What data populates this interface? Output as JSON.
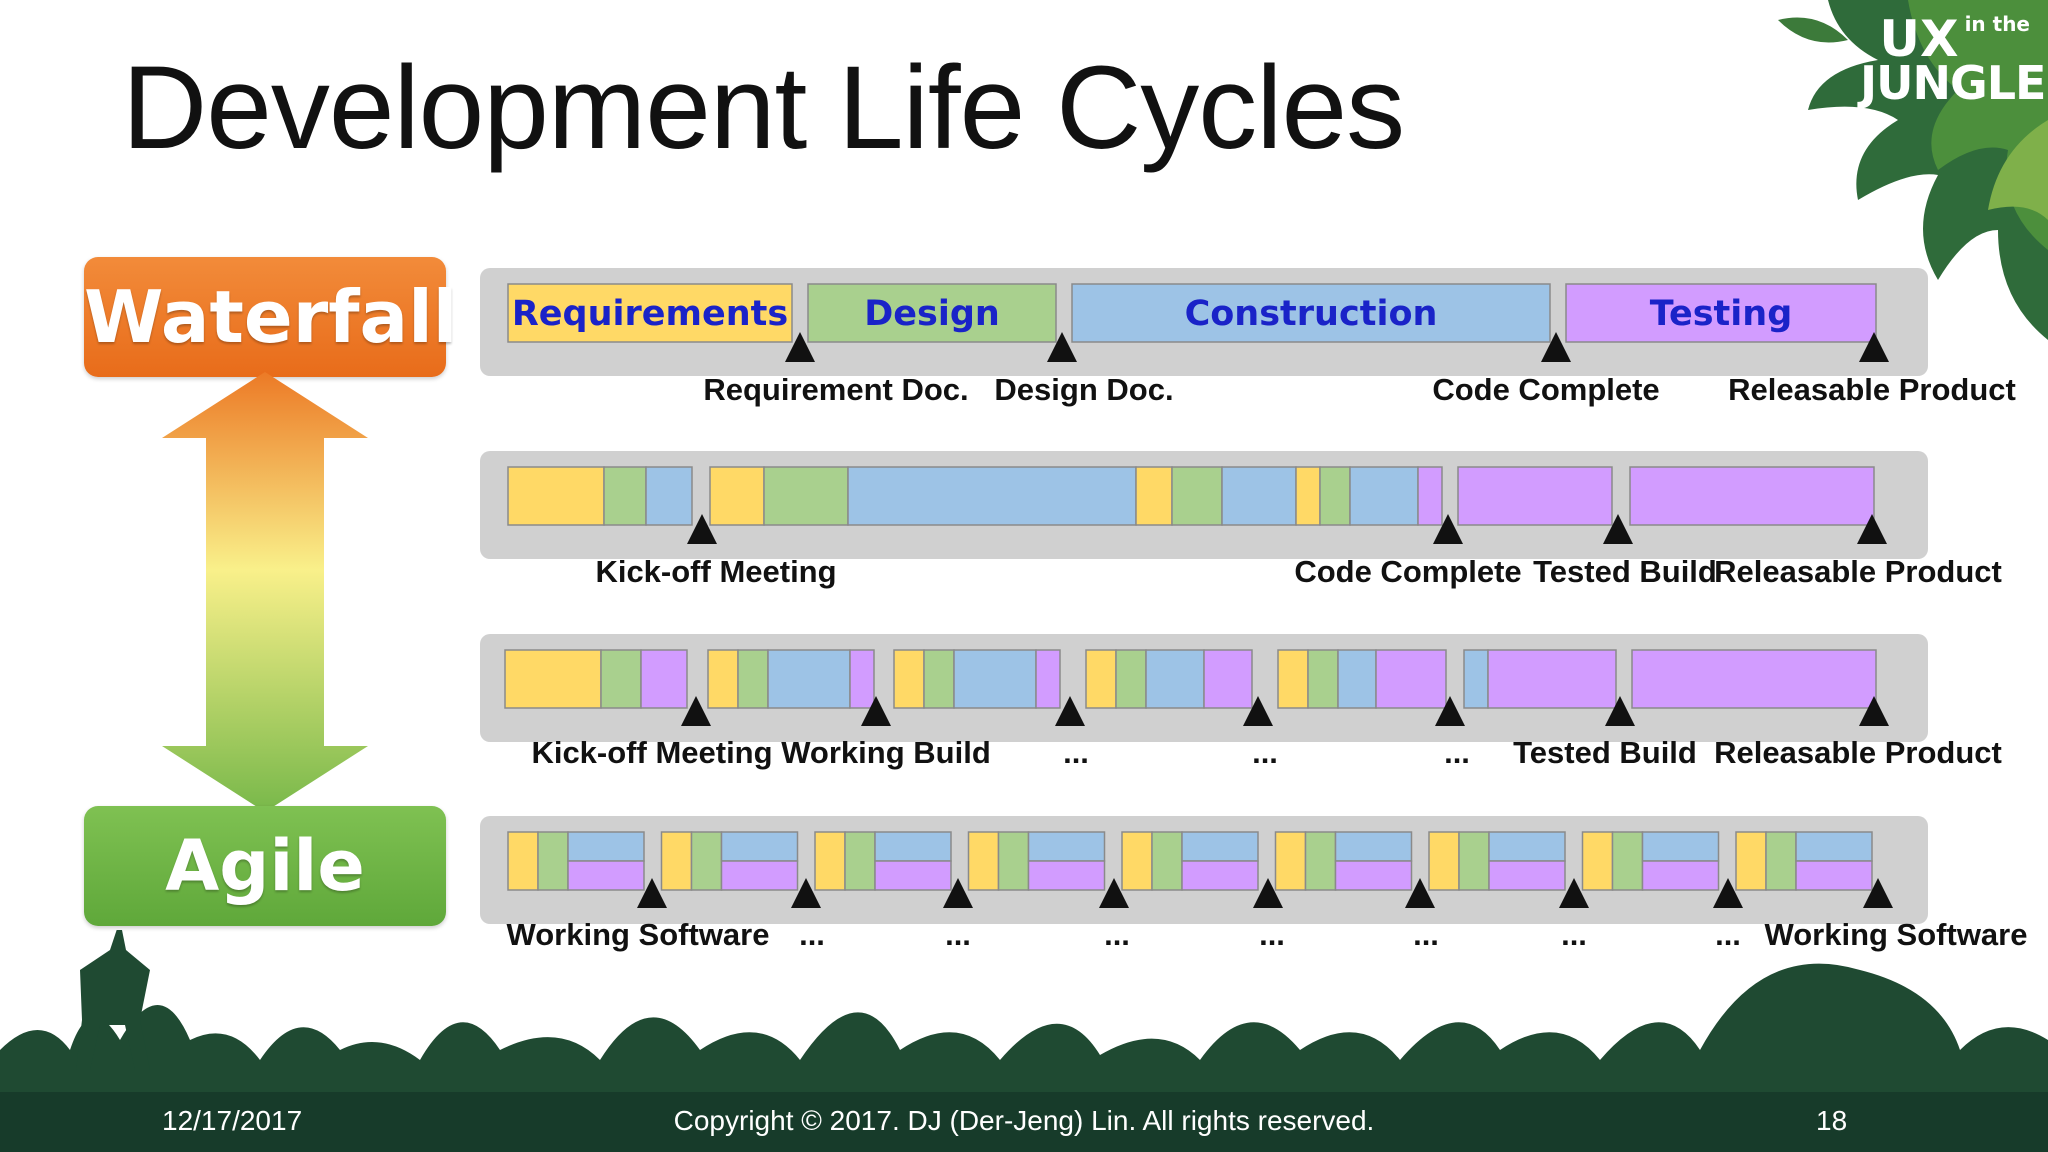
{
  "slide": {
    "title": "Development Life Cycles",
    "brand": {
      "line1": "UX",
      "line1_small": "in the",
      "line2": "JUNGLE"
    },
    "footer": {
      "date": "12/17/2017",
      "copyright": "Copyright © 2017. DJ (Der-Jeng) Lin. All rights reserved.",
      "page": "18"
    }
  },
  "spectrum": {
    "top_label": "Waterfall",
    "bottom_label": "Agile",
    "top_color": "#ec7622",
    "bottom_color": "#6ab344"
  },
  "colors": {
    "requirements": "#ffd966",
    "design": "#a9d08e",
    "construction": "#9dc3e6",
    "testing": "#d29cff",
    "track": "#c8c8c8",
    "phase_text": "#1a23c8"
  },
  "rows": [
    {
      "phases": [
        {
          "type": "requirements",
          "label": "Requirements"
        },
        {
          "type": "design",
          "label": "Design"
        },
        {
          "type": "construction",
          "label": "Construction"
        },
        {
          "type": "testing",
          "label": "Testing"
        }
      ],
      "milestones": [
        "Requirement Doc.",
        "Design Doc.",
        "Code Complete",
        "Releasable Product"
      ]
    },
    {
      "phases": [
        "requirements",
        "design",
        "construction",
        "requirements",
        "design",
        "construction",
        "requirements",
        "design",
        "construction",
        "requirements",
        "design",
        "construction",
        "testing",
        "testing",
        "testing"
      ],
      "milestones": [
        "Kick-off Meeting",
        "Code Complete",
        "Tested Build",
        "Releasable Product"
      ]
    },
    {
      "phases": [
        "requirements",
        "design",
        "testing",
        "requirements",
        "design",
        "construction",
        "testing",
        "requirements",
        "design",
        "construction",
        "testing",
        "requirements",
        "design",
        "construction",
        "testing",
        "requirements",
        "design",
        "construction",
        "testing",
        "construction",
        "testing",
        "testing"
      ],
      "milestones": [
        "Kick-off Meeting",
        "Working Build",
        "...",
        "...",
        "...",
        "Tested Build",
        "Releasable Product"
      ]
    },
    {
      "iterations": 9,
      "milestones": [
        "Working Software",
        "...",
        "...",
        "...",
        "...",
        "...",
        "...",
        "...",
        "Working Software"
      ]
    }
  ]
}
